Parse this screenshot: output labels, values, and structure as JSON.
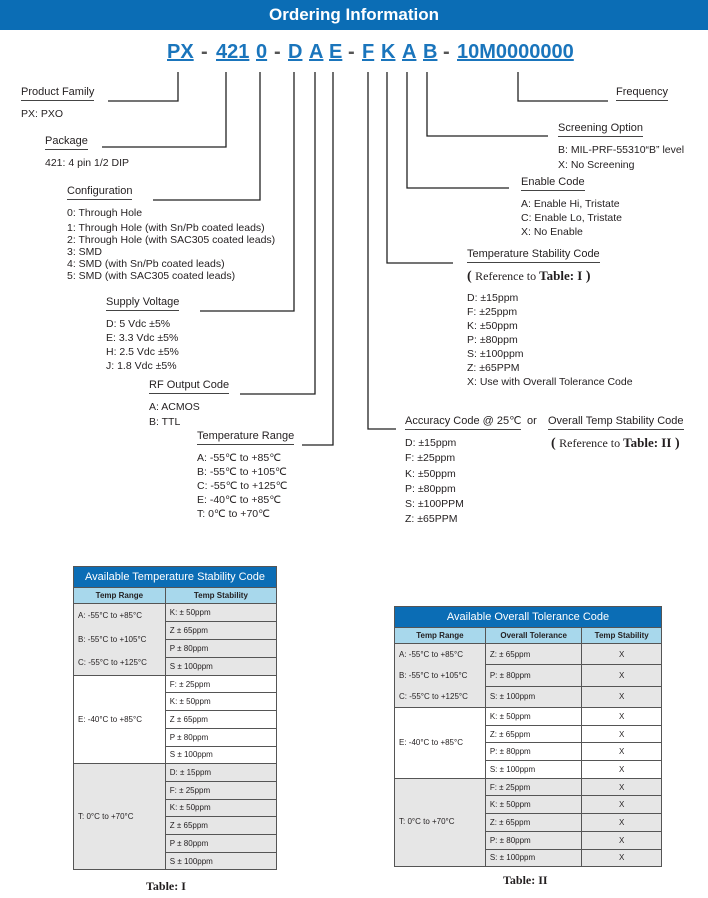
{
  "title": "Ordering Information",
  "part_number": {
    "segments": [
      "PX",
      "421",
      "0",
      "D",
      "A",
      "E",
      "F",
      "K",
      "A",
      "B",
      "10M0000000"
    ],
    "separator": "-"
  },
  "fields": {
    "product_family": {
      "label": "Product Family",
      "items": [
        "PX: PXO"
      ]
    },
    "package": {
      "label": "Package",
      "items": [
        "421: 4 pin 1/2 DIP"
      ]
    },
    "configuration": {
      "label": "Configuration",
      "items": [
        "0: Through Hole",
        "1: Through Hole (with Sn/Pb coated leads)",
        "2: Through Hole (with SAC305 coated leads)",
        "3: SMD",
        "4: SMD (with Sn/Pb coated leads)",
        "5: SMD (with SAC305 coated leads)"
      ]
    },
    "supply_voltage": {
      "label": "Supply Voltage",
      "items": [
        "D: 5 Vdc ±5%",
        "E: 3.3 Vdc ±5%",
        "H: 2.5 Vdc ±5%",
        "J: 1.8 Vdc ±5%"
      ]
    },
    "rf_output": {
      "label": "RF Output Code",
      "items": [
        "A: ACMOS",
        "B: TTL"
      ]
    },
    "temperature_range": {
      "label": "Temperature Range",
      "items": [
        "A: -55℃ to +85℃",
        "B: -55℃ to +105℃",
        "C: -55℃ to +125℃",
        "E: -40℃ to +85℃",
        "T: 0℃ to +70℃"
      ]
    },
    "frequency": {
      "label": "Frequency"
    },
    "screening": {
      "label": "Screening Option",
      "items": [
        "B: MIL-PRF-55310“B” level",
        "X: No Screening"
      ]
    },
    "enable": {
      "label": "Enable Code",
      "items": [
        "A: Enable Hi, Tristate",
        "C: Enable Lo, Tristate",
        "X: No Enable"
      ]
    },
    "temp_stability": {
      "label": "Temperature Stability Code",
      "ref_text": "Reference to",
      "ref_table": "Table: I",
      "items": [
        "D: ±15ppm",
        "F: ±25ppm",
        "K: ±50ppm",
        "P: ±80ppm",
        "S: ±100ppm",
        "Z: ±65PPM",
        "X: Use with Overall Tolerance Code"
      ]
    },
    "accuracy": {
      "label": "Accuracy Code @ 25℃",
      "or": "or",
      "alt_label": "Overall Temp Stability Code",
      "ref_text": "Reference to",
      "ref_table": "Table: II",
      "items": [
        "D: ±15ppm",
        "F: ±25ppm",
        "K: ±50ppm",
        "P: ±80ppm",
        "S: ±100PPM",
        "Z: ±65PPM"
      ]
    }
  },
  "table1": {
    "title": "Available Temperature Stability Code",
    "caption": "Table: I",
    "headers": [
      "Temp Range",
      "Temp Stability"
    ],
    "groups": [
      {
        "ranges": [
          "A: -55°C to +85°C",
          "B: -55°C to +105°C",
          "C: -55°C to +125°C"
        ],
        "shade": true,
        "values": [
          "K: ± 50ppm",
          "Z ± 65ppm",
          "P ± 80ppm",
          "S ± 100ppm"
        ]
      },
      {
        "ranges": [
          "E: -40°C to +85°C"
        ],
        "shade": false,
        "values": [
          "F: ± 25ppm",
          "K: ± 50ppm",
          "Z ± 65ppm",
          "P ± 80ppm",
          "S ± 100ppm"
        ]
      },
      {
        "ranges": [
          "T: 0°C to +70°C"
        ],
        "shade": true,
        "values": [
          "D: ± 15ppm",
          "F: ± 25ppm",
          "K: ± 50ppm",
          "Z ± 65ppm",
          "P ± 80ppm",
          "S ± 100ppm"
        ]
      }
    ]
  },
  "table2": {
    "title": "Available Overall Tolerance Code",
    "caption": "Table:  II",
    "headers": [
      "Temp Range",
      "Overall Tolerance",
      "Temp Stability"
    ],
    "groups": [
      {
        "ranges": [
          "A: -55°C to +85°C",
          "B: -55°C to +105°C",
          "C: -55°C to +125°C"
        ],
        "shade": true,
        "values": [
          "Z: ± 65ppm",
          "P: ± 80ppm",
          "S: ± 100ppm"
        ],
        "mark": "X"
      },
      {
        "ranges": [
          "E: -40°C to +85°C"
        ],
        "shade": false,
        "values": [
          "K: ± 50ppm",
          "Z: ± 65ppm",
          "P: ± 80ppm",
          "S: ± 100ppm"
        ],
        "mark": "X"
      },
      {
        "ranges": [
          "T: 0°C to +70°C"
        ],
        "shade": true,
        "values": [
          "F: ± 25ppm",
          "K: ± 50ppm",
          "Z: ± 65ppm",
          "P: ± 80ppm",
          "S: ± 100ppm"
        ],
        "mark": "X"
      }
    ]
  }
}
